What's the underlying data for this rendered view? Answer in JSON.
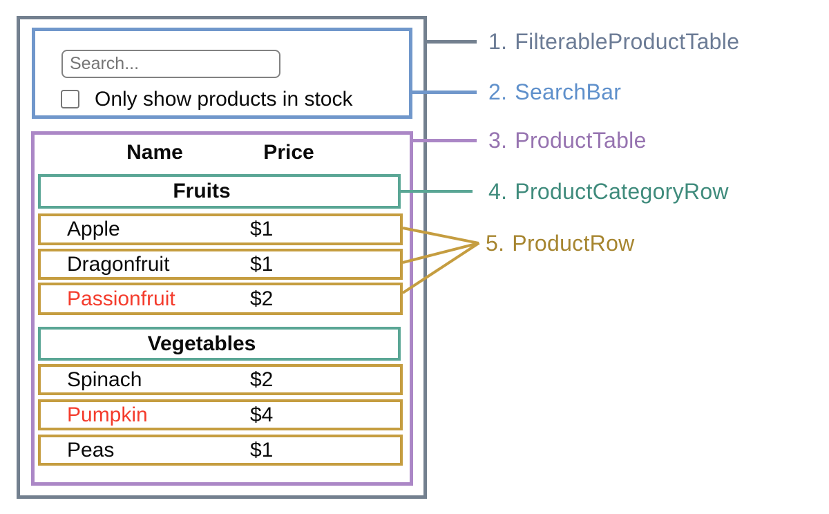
{
  "colors": {
    "filterable_product_table": "#73808f",
    "search_bar": "#7097cb",
    "product_table": "#ab87c6",
    "product_category_row": "#5aa695",
    "product_row": "#c59d40",
    "label_filterable": "#6b7b95",
    "label_searchbar": "#5f90cb",
    "label_producttable": "#9673b0",
    "label_categoryrow": "#3f8b7c",
    "label_productrow": "#a6852f",
    "out_of_stock": "#f43b2c",
    "text": "#0a0a0a"
  },
  "search_bar": {
    "placeholder": "Search...",
    "checkbox_label": "Only show products in stock",
    "checkbox_checked": false
  },
  "table": {
    "headers": {
      "name": "Name",
      "price": "Price"
    },
    "categories": [
      {
        "name": "Fruits",
        "rows": [
          {
            "name": "Apple",
            "price": "$1",
            "stocked": true
          },
          {
            "name": "Dragonfruit",
            "price": "$1",
            "stocked": true
          },
          {
            "name": "Passionfruit",
            "price": "$2",
            "stocked": false
          }
        ]
      },
      {
        "name": "Vegetables",
        "rows": [
          {
            "name": "Spinach",
            "price": "$2",
            "stocked": true
          },
          {
            "name": "Pumpkin",
            "price": "$4",
            "stocked": false
          },
          {
            "name": "Peas",
            "price": "$1",
            "stocked": true
          }
        ]
      }
    ]
  },
  "legend": [
    {
      "number": "1.",
      "name": "FilterableProductTable"
    },
    {
      "number": "2.",
      "name": "SearchBar"
    },
    {
      "number": "3.",
      "name": "ProductTable"
    },
    {
      "number": "4.",
      "name": "ProductCategoryRow"
    },
    {
      "number": "5.",
      "name": "ProductRow"
    }
  ]
}
